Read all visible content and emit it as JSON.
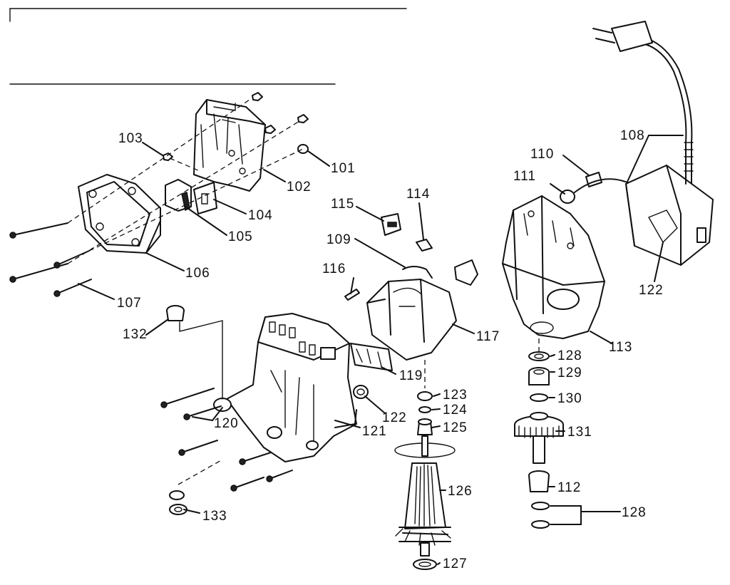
{
  "diagram": {
    "labels": {
      "p101": "101",
      "p102": "102",
      "p103": "103",
      "p104": "104",
      "p105": "105",
      "p106": "106",
      "p107": "107",
      "p108": "108",
      "p109": "109",
      "p110": "110",
      "p111": "111",
      "p112": "112",
      "p113": "113",
      "p114": "114",
      "p115": "115",
      "p116": "116",
      "p117": "117",
      "p119": "119",
      "p120": "120",
      "p121": "121",
      "p122a": "122",
      "p122b": "122",
      "p123": "123",
      "p124": "124",
      "p125": "125",
      "p126": "126",
      "p127": "127",
      "p128a": "128",
      "p128b": "128",
      "p129": "129",
      "p130": "130",
      "p131": "131",
      "p132": "132",
      "p133": "133"
    }
  }
}
